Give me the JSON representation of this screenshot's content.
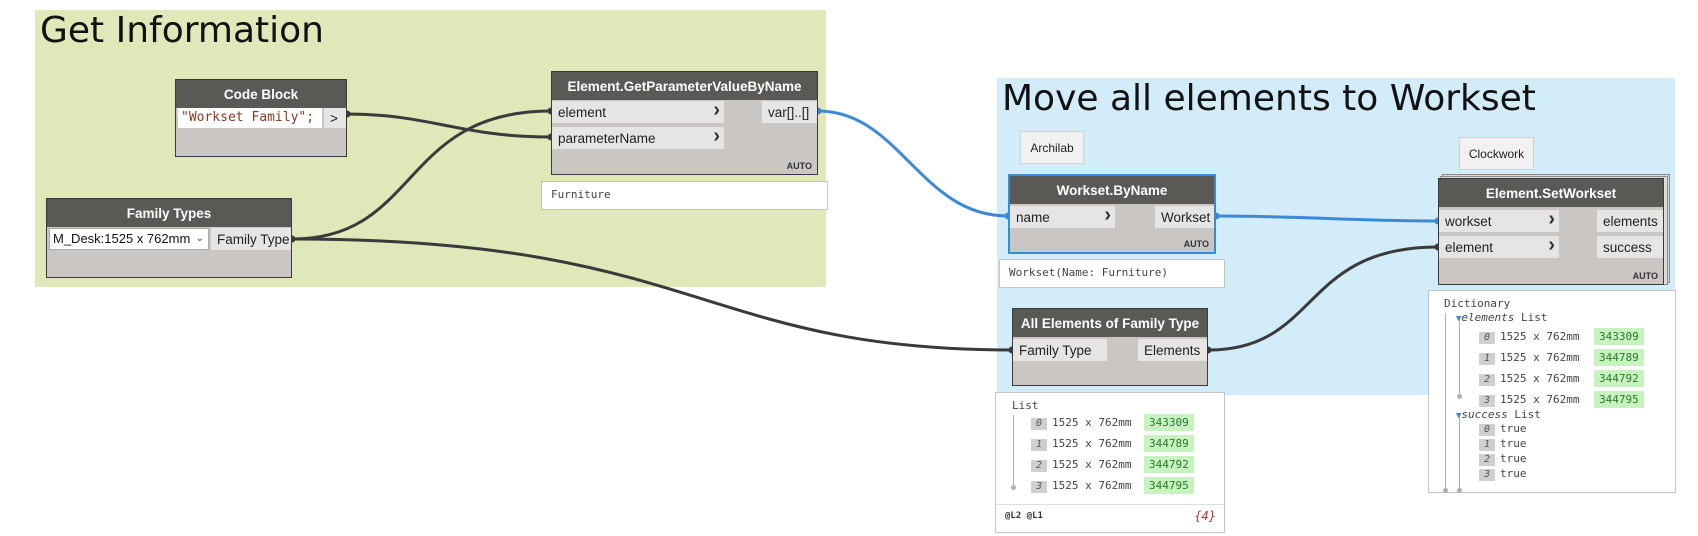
{
  "groups": {
    "get_info": {
      "title": "Get Information",
      "color": "#dfe8b8"
    },
    "move": {
      "title": "Move all elements to Workset",
      "color": "#d3ecfa"
    }
  },
  "code_block": {
    "title": "Code Block",
    "code": "\"Workset Family\";",
    "output": ">"
  },
  "family_types": {
    "title": "Family Types",
    "selected": "M_Desk:1525 x 762mm",
    "output": "Family Type"
  },
  "get_param": {
    "title": "Element.GetParameterValueByName",
    "in1": "element",
    "in2": "parameterName",
    "output": "var[]..[]",
    "lacing": "AUTO",
    "preview": "Furniture"
  },
  "workset_by_name": {
    "tag": "Archilab",
    "title": "Workset.ByName",
    "in1": "name",
    "output": "Workset",
    "lacing": "AUTO",
    "preview": "Workset(Name: Furniture)"
  },
  "all_elements": {
    "title": "All Elements of Family Type",
    "in1": "Family Type",
    "output": "Elements",
    "preview": {
      "header": "List",
      "items": [
        {
          "idx": "0",
          "val": "1525 x 762mm",
          "id": "343309"
        },
        {
          "idx": "1",
          "val": "1525 x 762mm",
          "id": "344789"
        },
        {
          "idx": "2",
          "val": "1525 x 762mm",
          "id": "344792"
        },
        {
          "idx": "3",
          "val": "1525 x 762mm",
          "id": "344795"
        }
      ],
      "footer_levels": "@L2 @L1",
      "count": "{4}"
    }
  },
  "set_workset": {
    "tag": "Clockwork",
    "title": "Element.SetWorkset",
    "in1": "workset",
    "in2": "element",
    "out1": "elements",
    "out2": "success",
    "lacing": "AUTO",
    "preview": {
      "header": "Dictionary",
      "elements_key": "elements",
      "elements_type": "List",
      "elements": [
        {
          "idx": "0",
          "val": "1525 x 762mm",
          "id": "343309"
        },
        {
          "idx": "1",
          "val": "1525 x 762mm",
          "id": "344789"
        },
        {
          "idx": "2",
          "val": "1525 x 762mm",
          "id": "344792"
        },
        {
          "idx": "3",
          "val": "1525 x 762mm",
          "id": "344795"
        }
      ],
      "success_key": "success",
      "success_type": "List",
      "success": [
        {
          "idx": "0",
          "val": "true"
        },
        {
          "idx": "1",
          "val": "true"
        },
        {
          "idx": "2",
          "val": "true"
        },
        {
          "idx": "3",
          "val": "true"
        }
      ]
    }
  },
  "colors": {
    "wire": "#3a3a3a",
    "wire_selected": "#3b8ad6",
    "node_header": "#5b5956",
    "node_body": "#c9c6c3",
    "highlight": "#c8f2c0"
  }
}
